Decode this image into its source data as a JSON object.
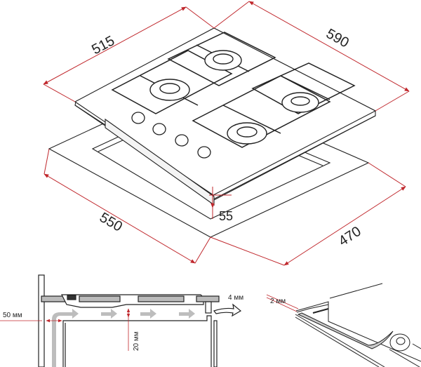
{
  "title": "Gas hob installation dimensions",
  "dimensions": {
    "hob_depth": "515",
    "hob_width": "590",
    "cutout_width": "550",
    "cutout_depth": "470",
    "hob_height": "55"
  },
  "section_view": {
    "wall_gap": "50 мм",
    "front_gap": "4 мм",
    "air_gap": "20 мм"
  },
  "seal_detail": {
    "seal_thickness": "2 мм"
  },
  "colors": {
    "dimension_line": "#c0282d",
    "outline": "#222222",
    "arrow_fill": "#bdbdbd"
  }
}
